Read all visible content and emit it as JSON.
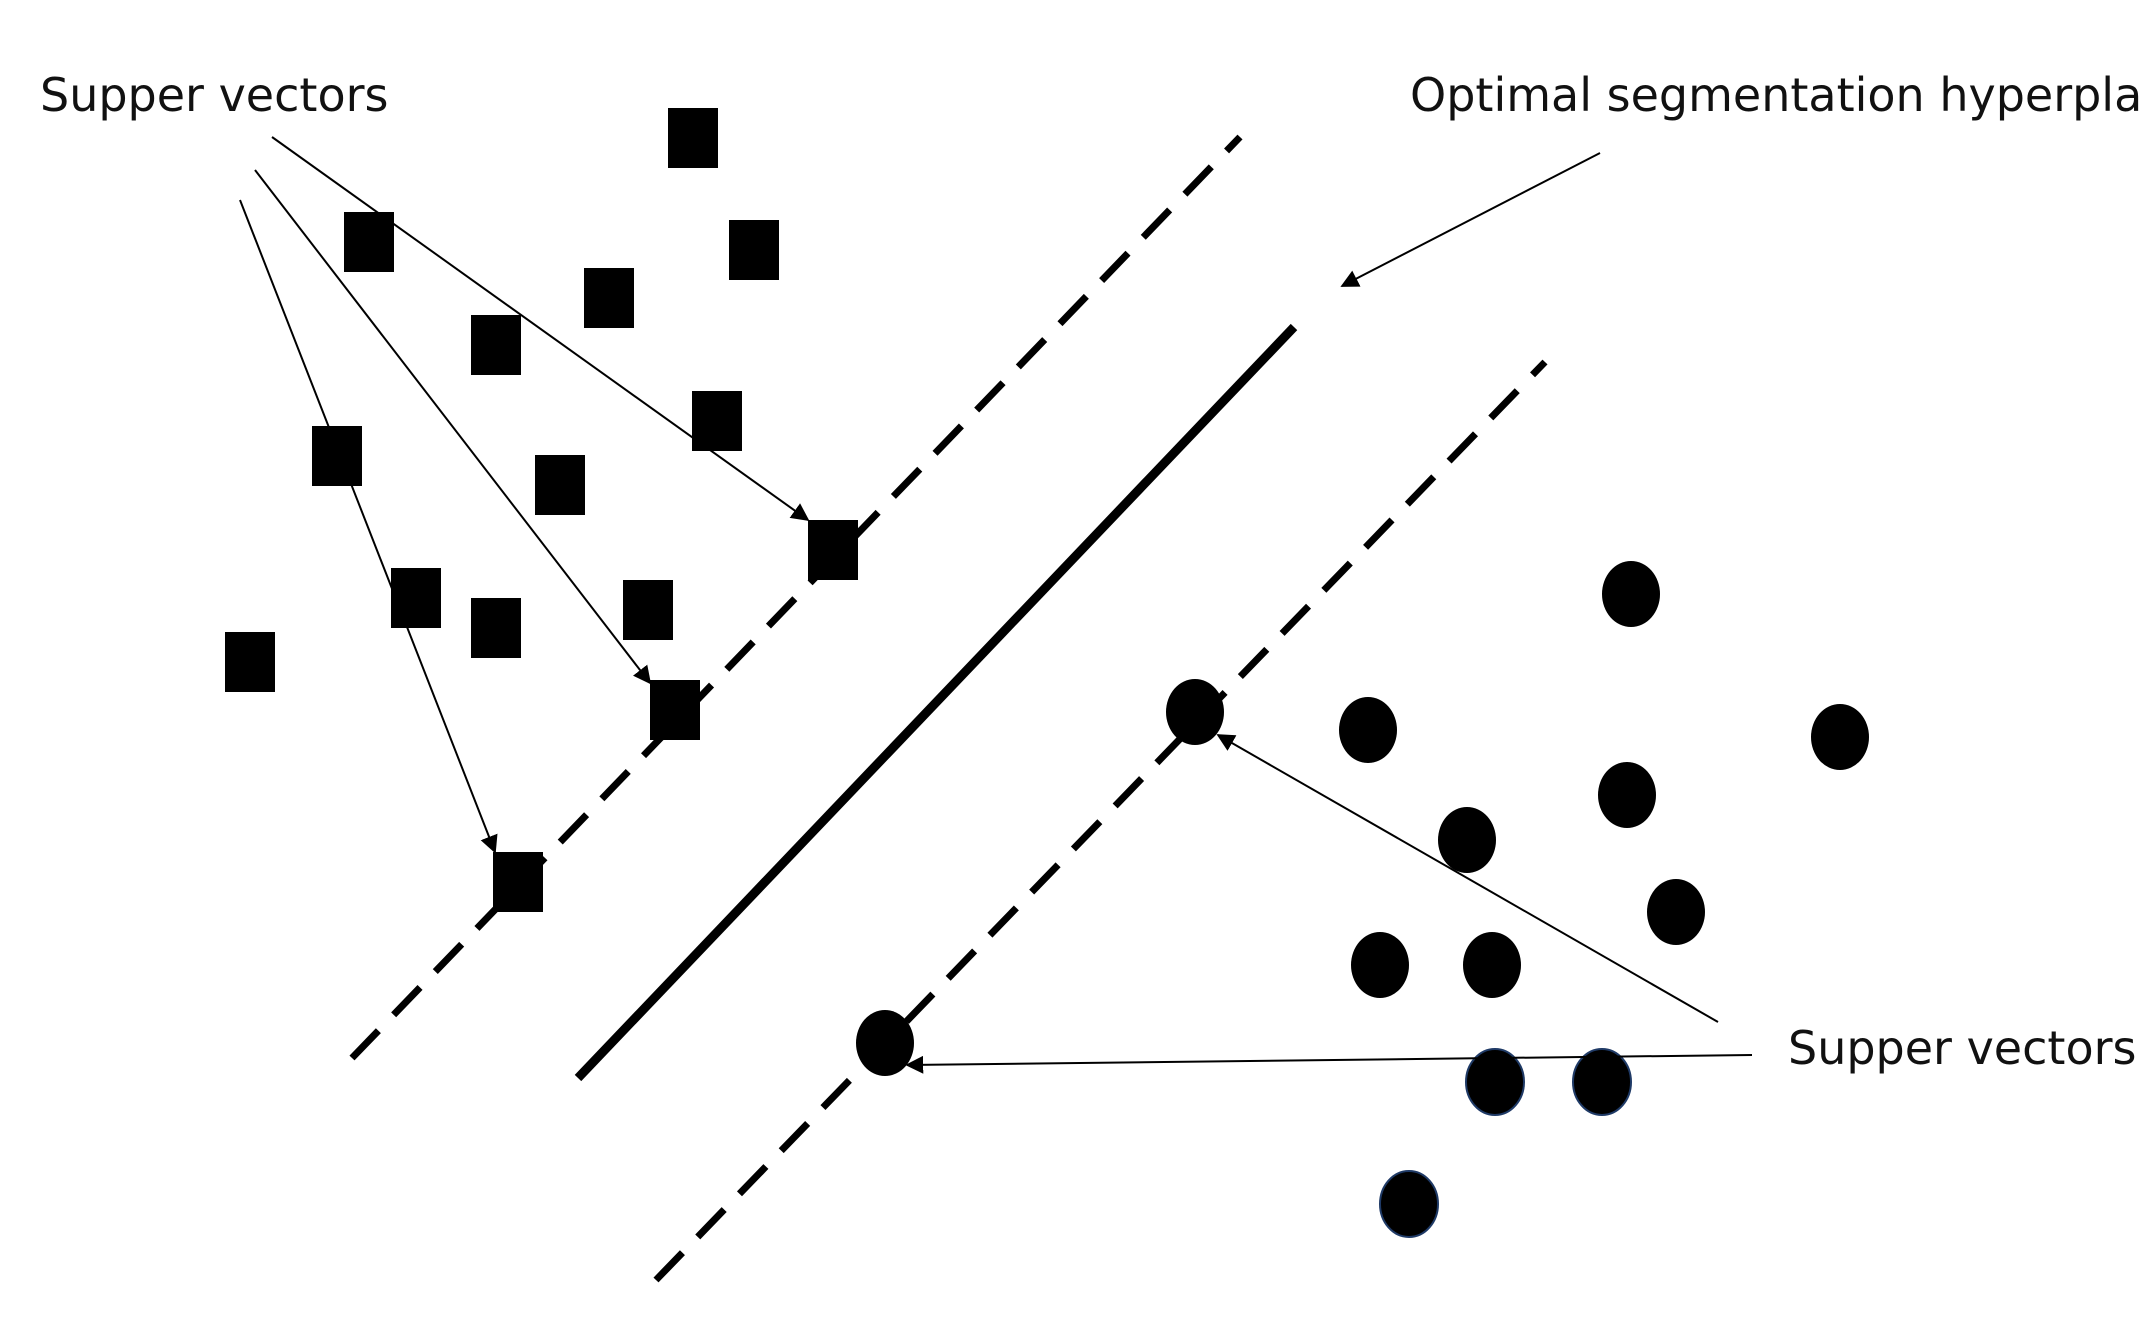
{
  "labels": {
    "support_vectors_top_left": "Supper vectors",
    "hyperplane": "Optimal segmentation hyperplane",
    "support_vectors_bottom_right": "Supper vectors"
  },
  "colors": {
    "marker": "#000000",
    "circle_outline": "#1f3a66",
    "line": "#000000",
    "background": "#ffffff"
  }
}
